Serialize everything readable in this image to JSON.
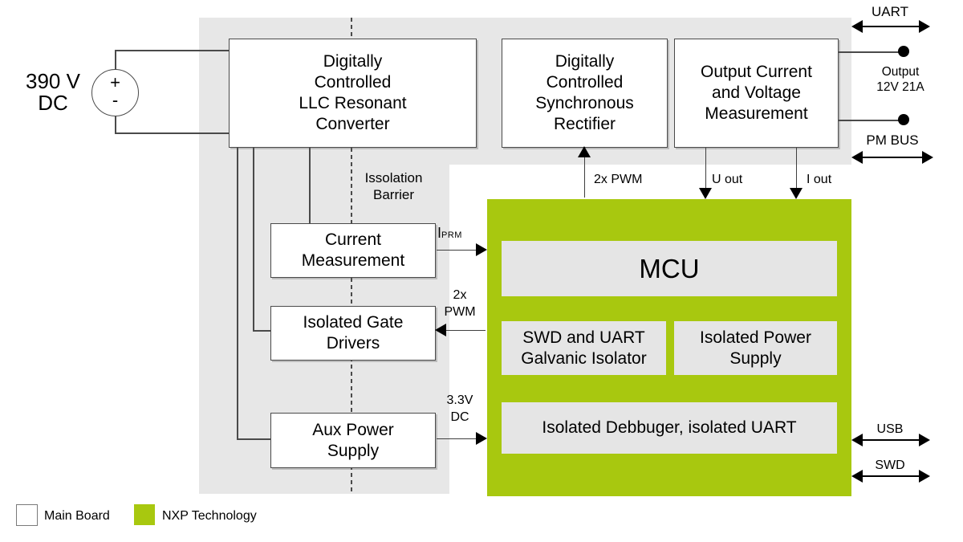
{
  "colors": {
    "nxp_green": "#A8C80F",
    "main_board_gray": "#E7E7E7",
    "inner_block_gray": "#E5E5E5"
  },
  "source": {
    "value": "390 V",
    "kind": "DC",
    "plus": "+",
    "minus": "-"
  },
  "boards": {
    "converter": {
      "lines": [
        "Digitally",
        "Controlled",
        "LLC Resonant",
        "Converter"
      ]
    },
    "rectifier": {
      "lines": [
        "Digitally",
        "Controlled",
        "Synchronous",
        "Rectifier"
      ]
    },
    "output_measurement": {
      "lines": [
        "Output Current",
        "and Voltage",
        "Measurement"
      ]
    },
    "current_measurement": {
      "lines": [
        "Current",
        "Measurement"
      ]
    },
    "gate_drivers": {
      "lines": [
        "Isolated Gate",
        "Drivers"
      ]
    },
    "aux_power": {
      "lines": [
        "Aux Power",
        "Supply"
      ]
    }
  },
  "nxp": {
    "mcu": "MCU",
    "galvanic_isolator": {
      "lines": [
        "SWD and UART",
        "Galvanic Isolator"
      ]
    },
    "isolated_power": {
      "lines": [
        "Isolated Power",
        "Supply"
      ]
    },
    "isolated_debugger": "Isolated Debbuger, isolated UART"
  },
  "signals": {
    "isolation_barrier": {
      "lines": [
        "Issolation",
        "Barrier"
      ]
    },
    "i_prm": {
      "base": "I",
      "sub": "PRM"
    },
    "pwm_gate": {
      "lines": [
        "2x",
        "PWM"
      ]
    },
    "aux_rail": {
      "lines": [
        "3.3V",
        "DC"
      ]
    },
    "pwm_rectifier": "2x PWM",
    "u_out": "U out",
    "i_out": "I out"
  },
  "ports": {
    "uart": "UART",
    "output": {
      "lines": [
        "Output",
        "12V 21A"
      ]
    },
    "pm_bus": "PM BUS",
    "usb": "USB",
    "swd": "SWD"
  },
  "legend": {
    "main_board": "Main Board",
    "nxp_technology": "NXP Technology"
  }
}
